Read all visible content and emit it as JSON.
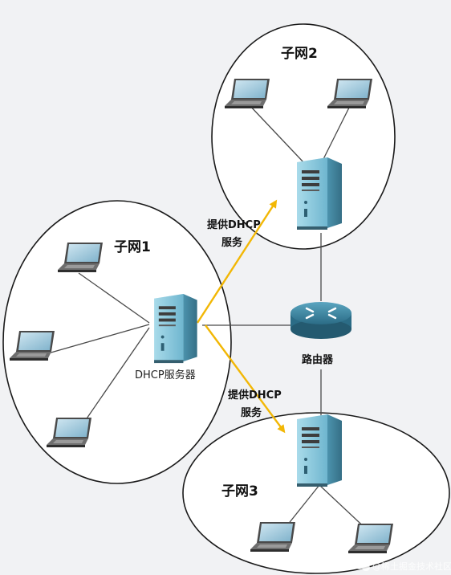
{
  "colors": {
    "background": "#f1f2f4",
    "link": "#4a4a4a",
    "dhcp_arrow": "#f2b705",
    "ellipse_stroke": "#1a1a1a",
    "server_body": "#8cc9dd"
  },
  "labels": {
    "subnet1": "子网1",
    "subnet2": "子网2",
    "subnet3": "子网3",
    "dhcp_server": "DHCP服务器",
    "router": "路由器",
    "dhcp_service_line1": "提供DHCP",
    "dhcp_service_line2": "服务"
  },
  "watermark": "@稀土掘金技术社区",
  "icons": [
    "laptop-icon",
    "server-icon",
    "router-icon",
    "wechat-icon"
  ]
}
